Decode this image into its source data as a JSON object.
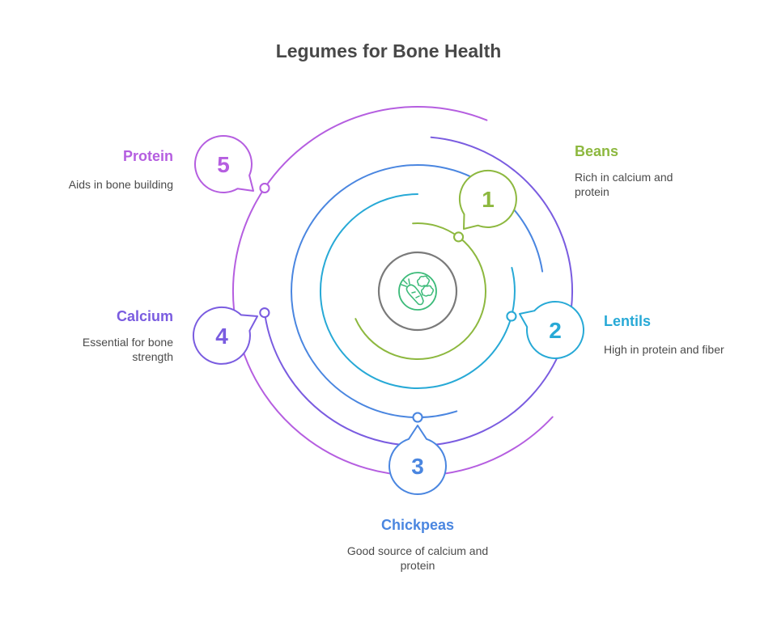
{
  "title": "Legumes for Bone Health",
  "center_icon": "carrot-vegetables-icon",
  "colors": {
    "center_ring": "#7a7a7a",
    "center_icon": "#3dbb7a",
    "beans": "#8db83f",
    "lentils": "#27a9d6",
    "chickpeas": "#4a86e0",
    "calcium": "#7a5ce0",
    "protein": "#b55ee0",
    "text": "#4a4a4a",
    "title": "#484848"
  },
  "items": [
    {
      "number": "1",
      "label": "Beans",
      "description": "Rich in calcium and protein",
      "color_key": "beans"
    },
    {
      "number": "2",
      "label": "Lentils",
      "description": "High in protein and fiber",
      "color_key": "lentils"
    },
    {
      "number": "3",
      "label": "Chickpeas",
      "description": "Good source of calcium and protein",
      "color_key": "chickpeas"
    },
    {
      "number": "4",
      "label": "Calcium",
      "description": "Essential for bone strength",
      "color_key": "calcium"
    },
    {
      "number": "5",
      "label": "Protein",
      "description": "Aids in bone building",
      "color_key": "protein"
    }
  ]
}
